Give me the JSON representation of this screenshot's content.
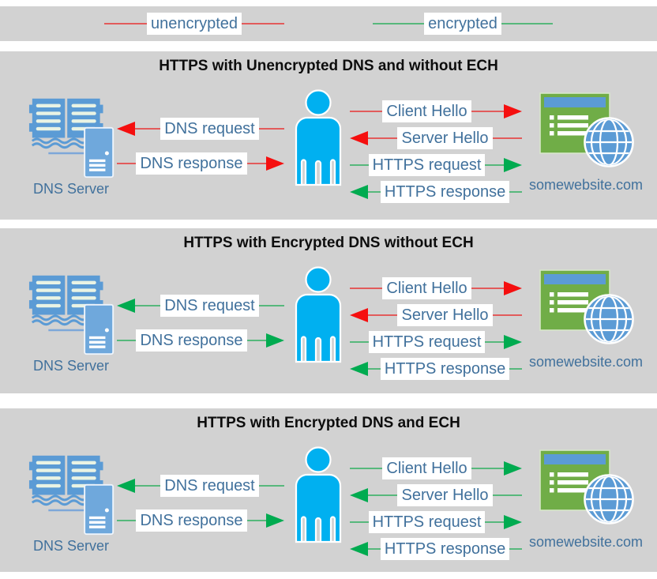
{
  "legend": {
    "items": [
      {
        "label": "unencrypted",
        "color_key": "red"
      },
      {
        "label": "encrypted",
        "color_key": "green"
      }
    ]
  },
  "colors": {
    "panel_background": "#d2d2d2",
    "page_background": "#ffffff",
    "unencrypted_line": "#e25b5b",
    "unencrypted_arrowhead": "#f50f0f",
    "encrypted_line": "#57b87c",
    "encrypted_arrowhead": "#00ab50",
    "label_text": "#41719c",
    "title_text": "#0d0d0d",
    "person_blue": "#00b0f0",
    "icon_blue": "#5b9bd5",
    "server_blue": "#6fa8dc",
    "website_green": "#70ad47"
  },
  "icons": {
    "dns_server": "open-book-and-server-icon",
    "user": "person-icon",
    "website": "browser-window-and-globe-icon",
    "arrowhead": "triangle-arrow-icon"
  },
  "panels": [
    {
      "title": "HTTPS with Unencrypted DNS and without ECH",
      "dns_server_label": "DNS Server",
      "website_label": "somewebsite.com",
      "left_arrows": [
        {
          "label": "DNS request",
          "color": "red",
          "direction": "left"
        },
        {
          "label": "DNS response",
          "color": "red",
          "direction": "right"
        }
      ],
      "right_arrows": [
        {
          "label": "Client Hello",
          "color": "red",
          "direction": "right"
        },
        {
          "label": "Server Hello",
          "color": "red",
          "direction": "left"
        },
        {
          "label": "HTTPS request",
          "color": "green",
          "direction": "right"
        },
        {
          "label": "HTTPS response",
          "color": "green",
          "direction": "left"
        }
      ]
    },
    {
      "title": "HTTPS with Encrypted DNS without ECH",
      "dns_server_label": "DNS Server",
      "website_label": "somewebsite.com",
      "left_arrows": [
        {
          "label": "DNS request",
          "color": "green",
          "direction": "left"
        },
        {
          "label": "DNS response",
          "color": "green",
          "direction": "right"
        }
      ],
      "right_arrows": [
        {
          "label": "Client Hello",
          "color": "red",
          "direction": "right"
        },
        {
          "label": "Server Hello",
          "color": "red",
          "direction": "left"
        },
        {
          "label": "HTTPS request",
          "color": "green",
          "direction": "right"
        },
        {
          "label": "HTTPS response",
          "color": "green",
          "direction": "left"
        }
      ]
    },
    {
      "title": "HTTPS with Encrypted DNS and ECH",
      "dns_server_label": "DNS Server",
      "website_label": "somewebsite.com",
      "left_arrows": [
        {
          "label": "DNS request",
          "color": "green",
          "direction": "left"
        },
        {
          "label": "DNS response",
          "color": "green",
          "direction": "right"
        }
      ],
      "right_arrows": [
        {
          "label": "Client Hello",
          "color": "green",
          "direction": "right"
        },
        {
          "label": "Server Hello",
          "color": "green",
          "direction": "left"
        },
        {
          "label": "HTTPS request",
          "color": "green",
          "direction": "right"
        },
        {
          "label": "HTTPS response",
          "color": "green",
          "direction": "left"
        }
      ]
    }
  ]
}
